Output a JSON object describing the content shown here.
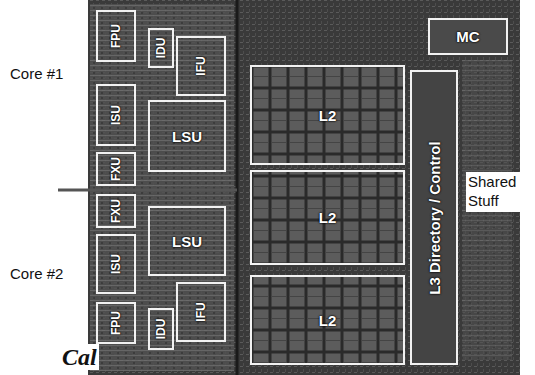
{
  "diagram": {
    "nodes": [
      {
        "text": [
          "FPU"
        ]
      },
      {
        "text": [
          "IDU"
        ]
      },
      {
        "text": [
          "IFU"
        ]
      },
      {
        "text": [
          "ISU"
        ]
      },
      {
        "text": [
          "LSU"
        ]
      },
      {
        "text": [
          "FXU"
        ]
      },
      {
        "text": [
          "FXU"
        ]
      },
      {
        "text": [
          "LSU"
        ]
      },
      {
        "text": [
          "ISU"
        ]
      },
      {
        "text": [
          "IFU"
        ]
      },
      {
        "text": [
          "IDU"
        ]
      },
      {
        "text": [
          "FPU"
        ]
      },
      {
        "text": [
          "MC"
        ]
      },
      {
        "text": [
          "L2"
        ]
      },
      {
        "text": [
          "L2"
        ]
      },
      {
        "text": [
          "L2"
        ]
      },
      {
        "text": [
          "L3 Directory / Control"
        ]
      }
    ],
    "labels": [
      "Core #1",
      "Core #2",
      "Shared Stuff",
      "Cal"
    ]
  }
}
